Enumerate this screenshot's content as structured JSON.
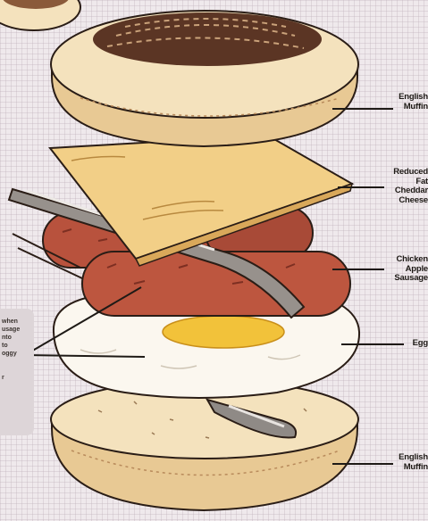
{
  "labels": {
    "top_muffin": [
      "English",
      "Muffin"
    ],
    "cheese": [
      "Reduced",
      "Fat",
      "Cheddar",
      "Cheese"
    ],
    "sausage": [
      "Chicken",
      "Apple",
      "Sausage"
    ],
    "egg": [
      "Egg"
    ],
    "bottom_muffin": [
      "English",
      "Muffin"
    ]
  },
  "side_note": [
    "when",
    "usage",
    "nto",
    "to",
    "oggy",
    "",
    "",
    "r"
  ],
  "colors": {
    "muffin": "#f4e2bd",
    "muffin_shadow": "#d9b98b",
    "toast": "#5b3524",
    "cheese": "#f2cf87",
    "sausage": "#b8523d",
    "egg_white": "#fbf7ef",
    "yolk": "#f2c23a",
    "outline": "#2a1d16"
  }
}
